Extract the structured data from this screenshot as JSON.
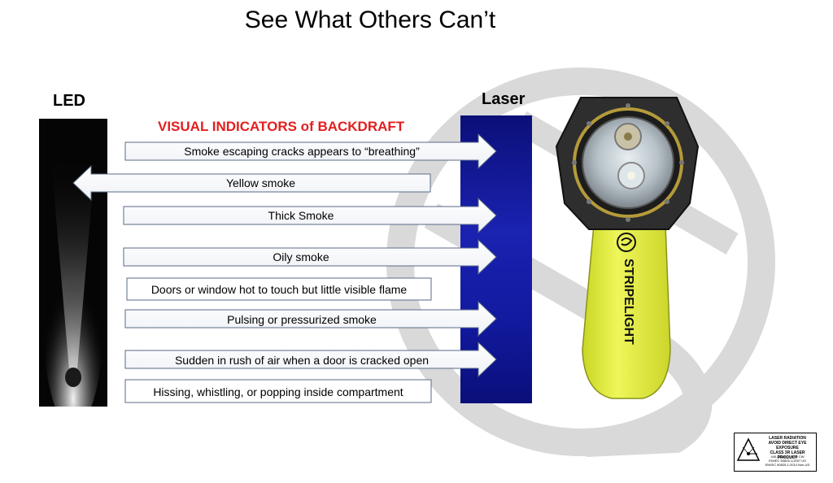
{
  "title": "See What Others Can’t",
  "led_label": "LED",
  "laser_label": "Laser",
  "indicators_title": "VISUAL INDICATORS of BACKDRAFT",
  "indicators": [
    {
      "text": "Smoke escaping cracks appears to “breathing”",
      "direction": "right"
    },
    {
      "text": "Yellow smoke",
      "direction": "left"
    },
    {
      "text": "Thick Smoke",
      "direction": "right"
    },
    {
      "text": "Oily smoke",
      "direction": "right"
    },
    {
      "text": "Doors or window hot to touch but little visible flame",
      "direction": "none"
    },
    {
      "text": "Pulsing or pressurized smoke",
      "direction": "right"
    },
    {
      "text": "Sudden in rush of air when a door is cracked open",
      "direction": "right"
    },
    {
      "text": "Hissing, whistling, or popping inside compartment",
      "direction": "none"
    }
  ],
  "brand": "STRIPELIGHT",
  "warning_label": {
    "lines": [
      "LASER RADIATION",
      "AVOID DIRECT EYE EXPOSURE",
      "CLASS 3R LASER PRODUCT"
    ],
    "small_lines": [
      "440-460nm, <5mw CW",
      "EN/IEC 60825-1:2007 US",
      "EN/IEC 60825-1:2014 Non-US"
    ]
  },
  "colors": {
    "indicators_title": "#e41e1e",
    "laser_panel": "#1a22b0",
    "device_body": "#e6f23a",
    "background_logo": "#d9d9d9"
  }
}
